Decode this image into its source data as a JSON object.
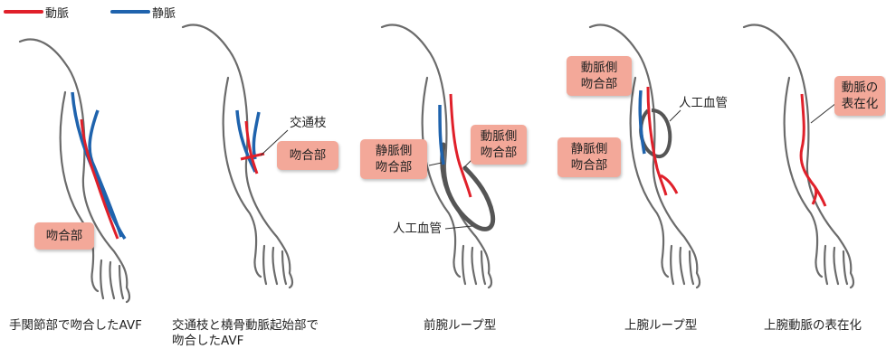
{
  "legend": {
    "artery_label": "動脈",
    "vein_label": "静脈",
    "artery_color": "#e0202a",
    "vein_color": "#1f63ad"
  },
  "colors": {
    "outline": "#6b6b6b",
    "graft": "#555555",
    "callout_fill": "#f3a899"
  },
  "panels": [
    {
      "caption_lines": [
        "手関節部で吻合したAVF"
      ],
      "callouts": [
        "吻合部"
      ],
      "labels": []
    },
    {
      "caption_lines": [
        "交通枝と橈骨動脈起始部で",
        "吻合したAVF"
      ],
      "callouts": [
        "吻合部"
      ],
      "labels": [
        "交通枝"
      ]
    },
    {
      "caption_lines": [
        "前腕ループ型"
      ],
      "callouts": [
        "静脈側\n吻合部",
        "動脈側\n吻合部"
      ],
      "labels": [
        "人工血管"
      ]
    },
    {
      "caption_lines": [
        "上腕ループ型"
      ],
      "callouts": [
        "動脈側\n吻合部",
        "静脈側\n吻合部"
      ],
      "labels": [
        "人工血管"
      ]
    },
    {
      "caption_lines": [
        "上腕動脈の表在化"
      ],
      "callouts": [
        "動脈の\n表在化"
      ],
      "labels": []
    }
  ]
}
